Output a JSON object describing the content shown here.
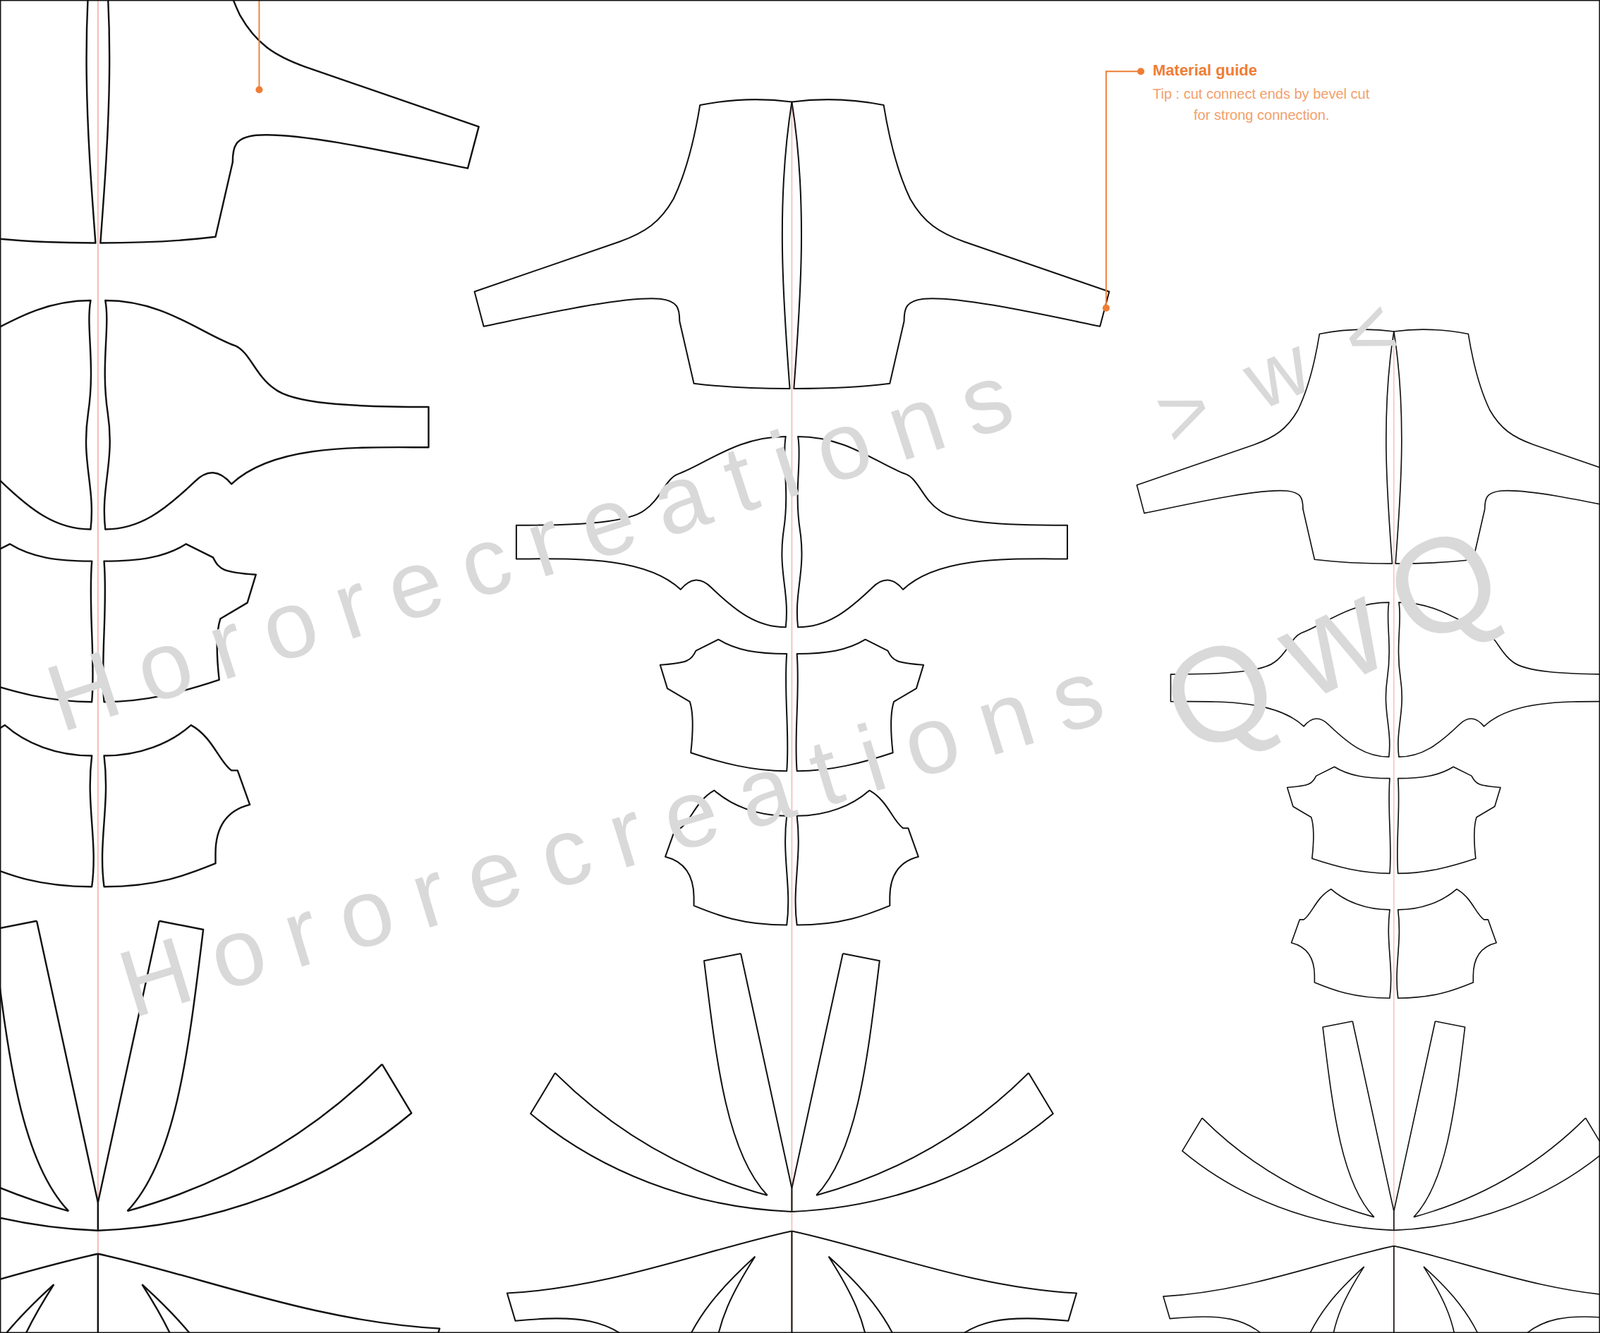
{
  "diagram": {
    "labels": [
      "Material guide",
      "Tip : cut connect ends by bevel cut for strong connection.",
      "Hororecreations",
      "Hororecreations",
      ">w<",
      "QwQ"
    ]
  }
}
